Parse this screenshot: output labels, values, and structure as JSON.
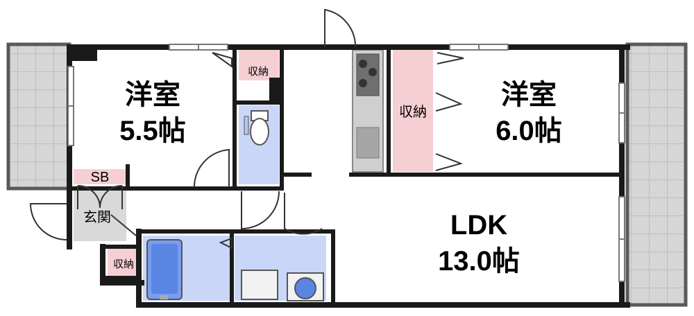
{
  "rooms": {
    "western1": {
      "name": "洋室",
      "size": "5.5帖"
    },
    "western2": {
      "name": "洋室",
      "size": "6.0帖"
    },
    "ldk": {
      "name": "LDK",
      "size": "13.0帖"
    }
  },
  "labels": {
    "storage_a": "収納",
    "storage_b": "収納",
    "storage_c": "収納",
    "shoe_box": "SB",
    "entrance": "玄関"
  },
  "colors": {
    "wall": "#1a1a1a",
    "storage": "#f6cfd3",
    "wet_area": "#c9d6f7",
    "balcony": "#d4d4d4",
    "entrance_floor": "#d9d9d9",
    "kitchen": "#cfcfcf"
  }
}
